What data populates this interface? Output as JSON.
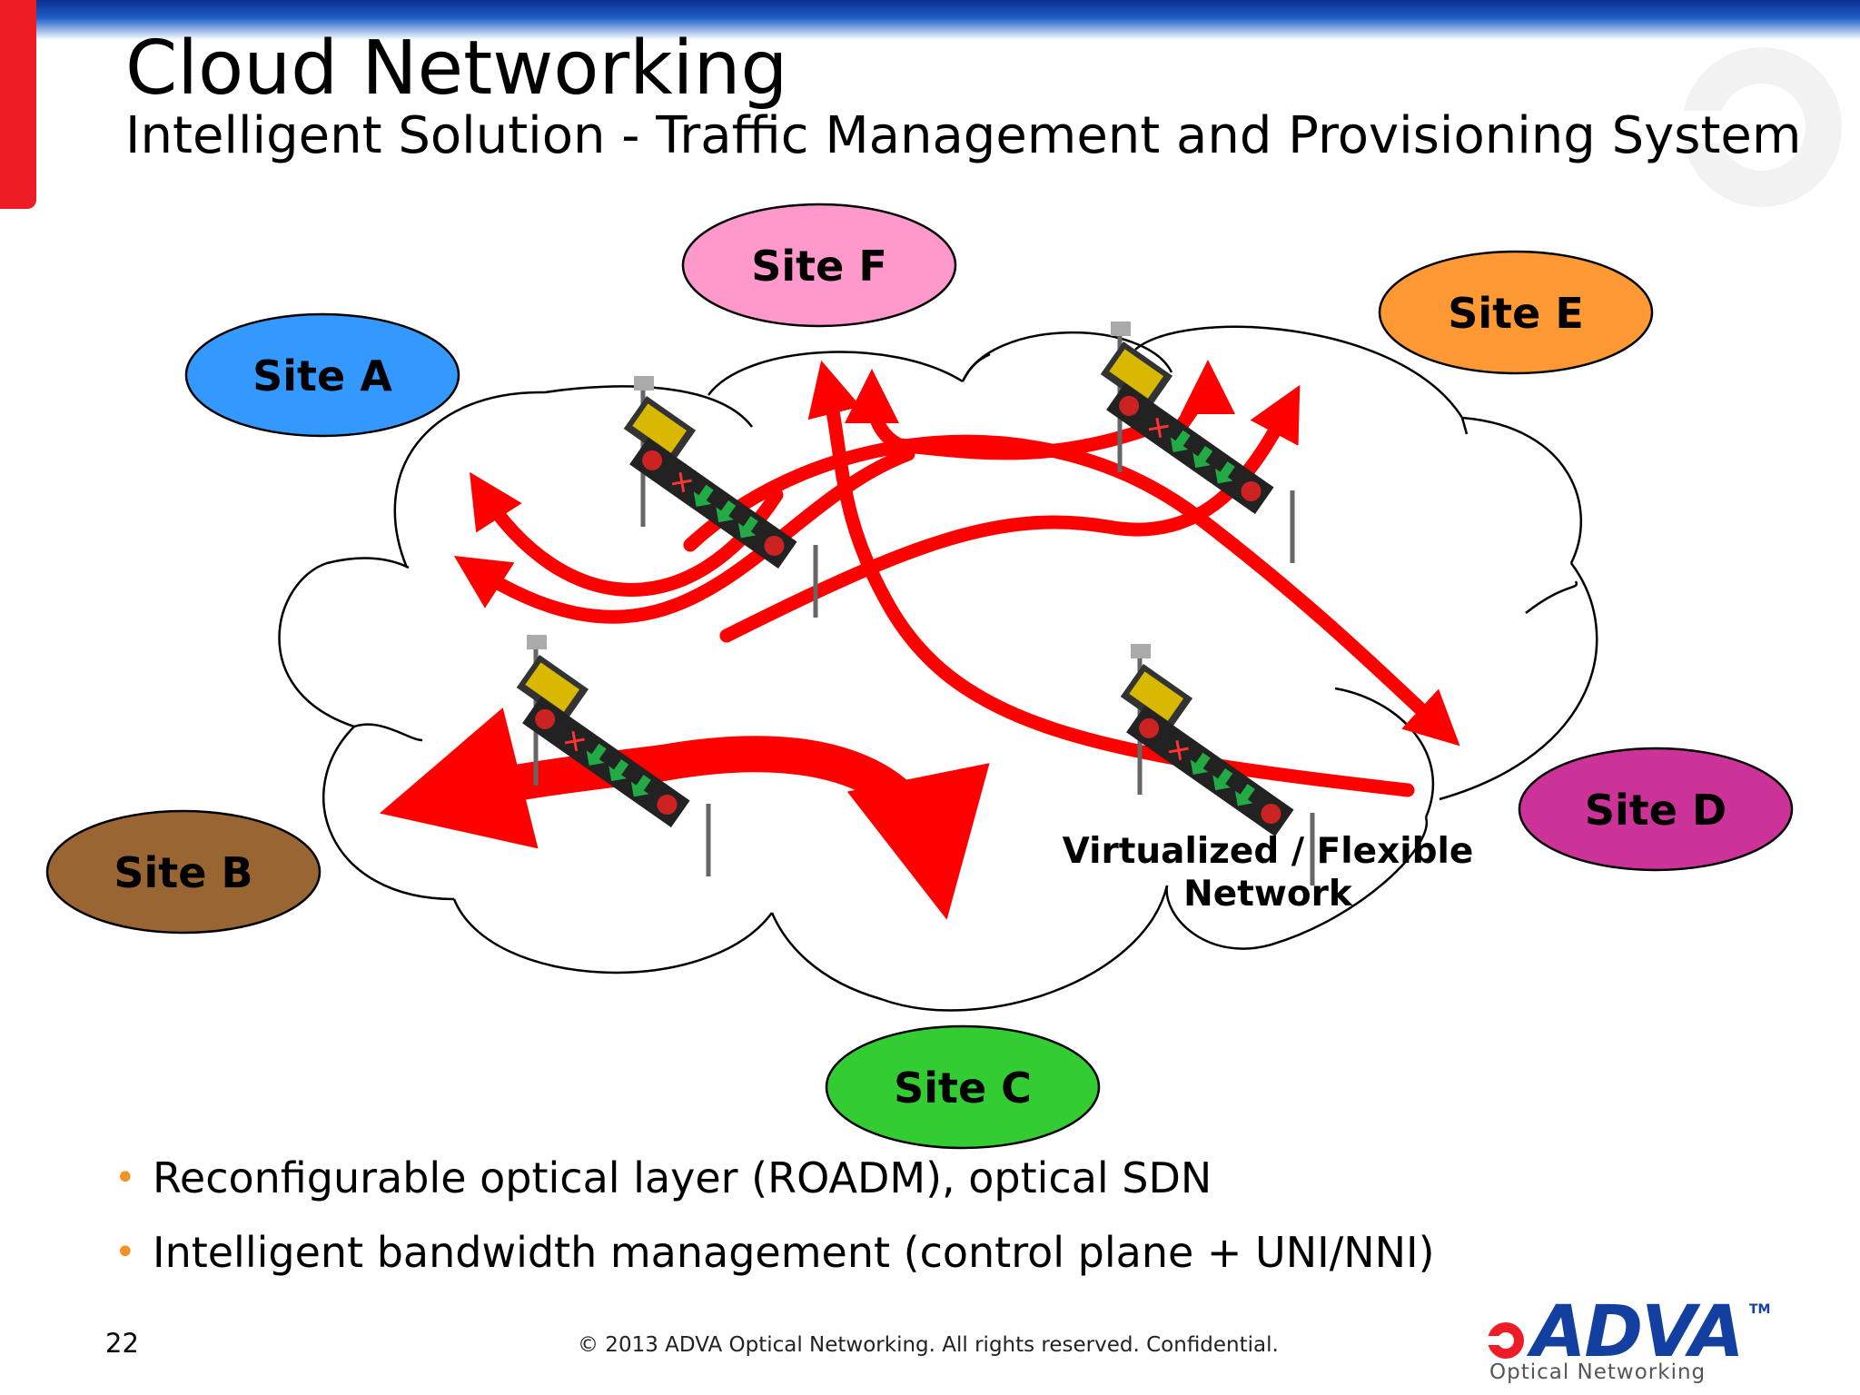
{
  "slide": {
    "title": "Cloud Networking",
    "subtitle": "Intelligent Solution - Traffic Management and Provisioning System"
  },
  "sites": {
    "a": {
      "label": "Site A",
      "color": "#3399ff"
    },
    "b": {
      "label": "Site B",
      "color": "#996633"
    },
    "c": {
      "label": "Site C",
      "color": "#33cc33"
    },
    "d": {
      "label": "Site D",
      "color": "#cc3399"
    },
    "e": {
      "label": "Site E",
      "color": "#ff9933"
    },
    "f": {
      "label": "Site F",
      "color": "#ff99cc"
    }
  },
  "network": {
    "line1": "Virtualized / Flexible",
    "line2": "Network"
  },
  "traffic_colors": {
    "arrow": "#ff0000",
    "cloud_stroke": "#000000"
  },
  "bullets": [
    "Reconfigurable optical layer (ROADM), optical SDN",
    "Intelligent bandwidth management (control plane + UNI/NNI)"
  ],
  "footer": {
    "page_number": "22",
    "copyright": "© 2013 ADVA Optical Networking. All rights reserved. Confidential."
  },
  "logo": {
    "brand": "ADVA",
    "trademark": "TM",
    "tagline": "Optical Networking",
    "brand_color": "#123fa0",
    "accent_color": "#ee1c25"
  }
}
